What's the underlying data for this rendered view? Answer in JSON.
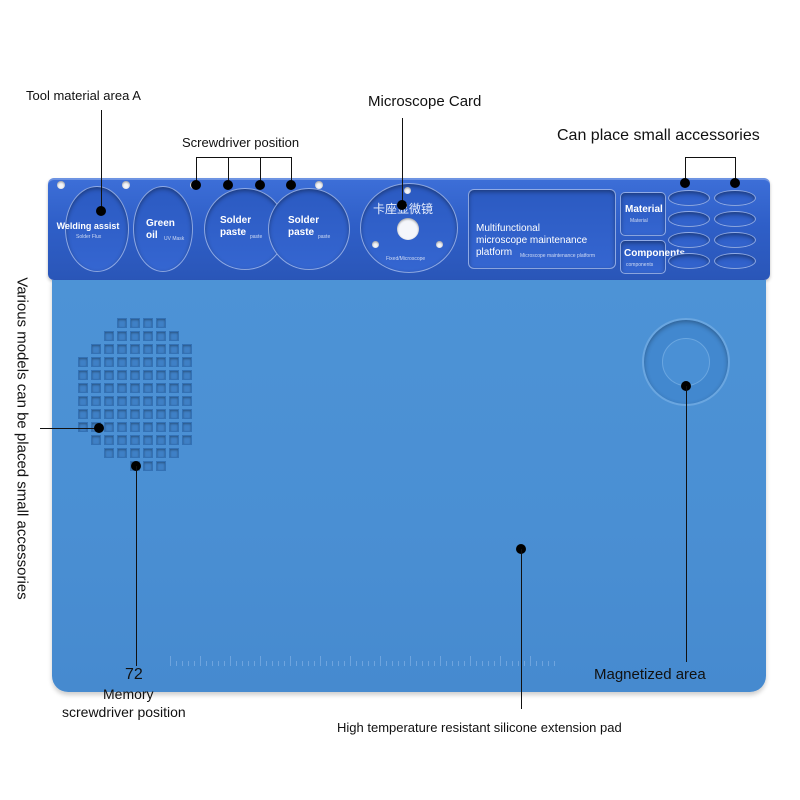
{
  "callouts": {
    "tool_material_area": "Tool material area A",
    "microscope_card": "Microscope Card",
    "screwdriver_position": "Screwdriver position",
    "small_accessories": "Can place small accessories",
    "various_models": "Various models can be placed small accessories",
    "memory_count": "72",
    "memory_line1": "Memory",
    "memory_line2": "screwdriver position",
    "magnetized_area": "Magnetized area",
    "silicone_pad": "High temperature resistant silicone extension pad"
  },
  "pad_labels": {
    "welding": "Welding assist",
    "welding_sub": "Solder Flux",
    "green_oil_line1": "Green",
    "green_oil_line2": "oil",
    "green_oil_sub": "UV Mask",
    "solder1_line1": "Solder",
    "solder1_line2": "paste",
    "solder1_sub": "paste",
    "solder2_line1": "Solder",
    "solder2_line2": "paste",
    "solder2_sub": "paste",
    "microscope_cn": "卡座显微镜",
    "microscope_sub": "Fixed/Microscope",
    "platform_line1": "Multifunctional",
    "platform_line2": "microscope maintenance",
    "platform_line3": "platform",
    "platform_sub": "Microscope maintenance platform",
    "material": "Material",
    "material_sub": "Material",
    "components": "Components",
    "components_sub": "components"
  },
  "colors": {
    "bar_blue": "#2f5fc8",
    "mat_blue": "#4a8fd3",
    "callout_line": "#111111"
  }
}
